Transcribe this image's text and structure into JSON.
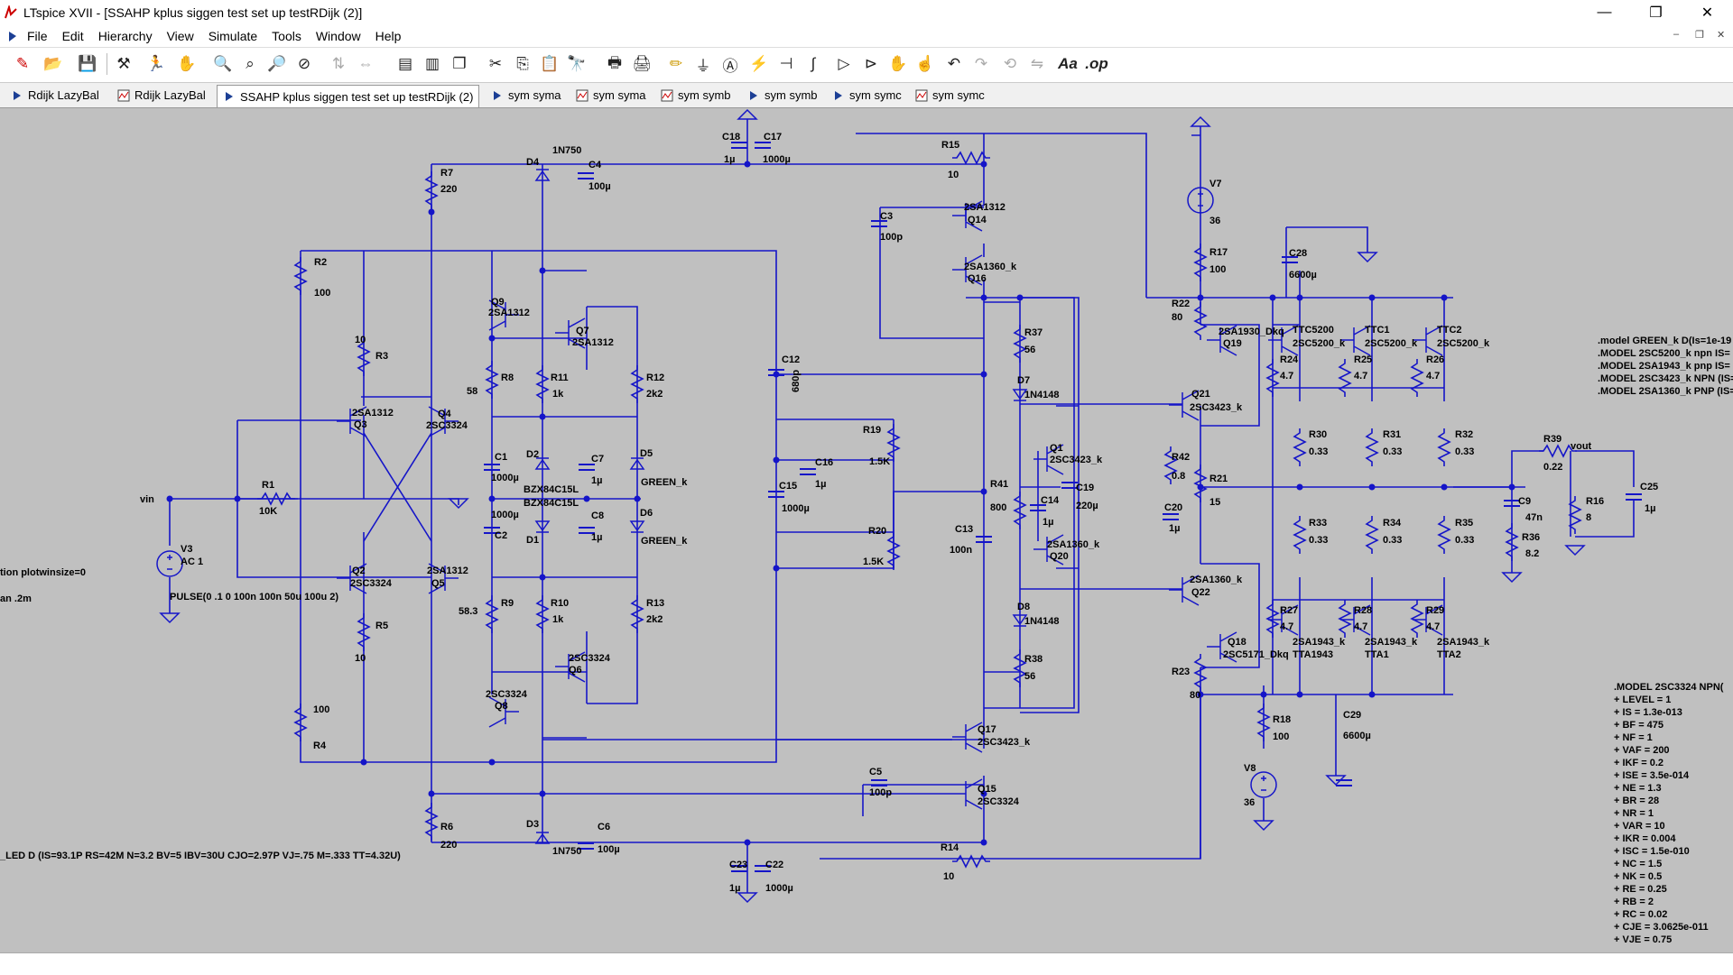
{
  "window": {
    "title": "LTspice XVII - [SSAHP kplus siggen test set up testRDijk (2)]",
    "controls": {
      "minimize": "—",
      "maximize": "❐",
      "close": "✕"
    }
  },
  "menu": {
    "items": [
      "File",
      "Edit",
      "Hierarchy",
      "View",
      "Simulate",
      "Tools",
      "Window",
      "Help"
    ],
    "mdi_controls": {
      "minimize": "–",
      "restore": "❐",
      "close": "✕"
    }
  },
  "tabs": [
    {
      "label": "Rdijk LazyBal",
      "icon": "schematic-icon",
      "active": false
    },
    {
      "label": "Rdijk LazyBal",
      "icon": "waveform-icon",
      "active": false
    },
    {
      "label": "SSAHP kplus siggen test set up testRDijk (2)",
      "icon": "schematic-icon",
      "active": true
    },
    {
      "label": "sym syma",
      "icon": "schematic-icon",
      "active": false
    },
    {
      "label": "sym syma",
      "icon": "waveform-icon",
      "active": false
    },
    {
      "label": "sym symb",
      "icon": "waveform-icon",
      "active": false
    },
    {
      "label": "sym symb",
      "icon": "schematic-icon",
      "active": false
    },
    {
      "label": "sym symc",
      "icon": "schematic-icon",
      "active": false
    },
    {
      "label": "sym symc",
      "icon": "waveform-icon",
      "active": false
    }
  ],
  "toolbar_icons": [
    "new-schematic-icon",
    "open-icon",
    "save-icon",
    "control-panel-icon",
    "run-icon",
    "pan-icon",
    "zoom-in-icon",
    "zoom-full-icon",
    "zoom-out-icon",
    "zoom-cancel-icon",
    "autorange-icon",
    "fit-icon",
    "tile-horizontal-icon",
    "tile-vertical-icon",
    "cascade-icon",
    "cut-icon",
    "copy-icon",
    "paste-icon",
    "find-icon",
    "print-icon",
    "print-setup-icon",
    "wire-icon",
    "ground-icon",
    "label-icon",
    "resistor-icon",
    "capacitor-icon",
    "inductor-icon",
    "diode-icon",
    "component-icon",
    "move-icon",
    "drag-icon",
    "undo-icon",
    "redo-icon",
    "rotate-icon",
    "mirror-icon",
    "text-icon",
    "spice-directive-icon"
  ],
  "schematic": {
    "wire_color": "#1515c8",
    "labels": {
      "C18": "C18",
      "C18v": "1µ",
      "C17": "C17",
      "C17v": "1000µ",
      "D4": "D4",
      "D4v": "1N750",
      "C4": "C4",
      "C4v": "100µ",
      "R7": "R7",
      "R7v": "220",
      "R15": "R15",
      "R15v": "10",
      "Q14": "Q14",
      "Q14m": "2SA1312",
      "C3": "C3",
      "C3v": "100p",
      "Q16": "Q16",
      "Q16m": "2SA1360_k",
      "V7": "V7",
      "V7v": "36",
      "R17": "R17",
      "R17v": "100",
      "C28": "C28",
      "C28v": "6600µ",
      "R2": "R2",
      "R2v": "100",
      "Q9": "Q9",
      "Q9m": "2SA1312",
      "Q7": "Q7",
      "Q7m": "2SA1312",
      "R3v": "10",
      "R3": "R3",
      "R8": "R8",
      "R8v": "58",
      "R11": "R11",
      "R11v": "1k",
      "R12": "R12",
      "R12v": "2k2",
      "C12": "C12",
      "C12v": "680p",
      "R37": "R37",
      "R37v": "56",
      "D7": "D7",
      "D7v": "1N4148",
      "R22": "R22",
      "R22v": "80",
      "Q19m": "2SA1930_Dkq",
      "Q19": "Q19",
      "TTC5200": "TTC5200",
      "Q2SC5200a": "2SC5200_k",
      "TTC1": "TTC1",
      "Q2SC5200b": "2SC5200_k",
      "TTC2": "TTC2",
      "Q2SC5200c": "2SC5200_k",
      "R24": "R24",
      "R24v": "4.7",
      "R25": "R25",
      "R25v": "4.7",
      "R26": "R26",
      "R26v": "4.7",
      "Q3m": "2SA1312",
      "Q3": "Q3",
      "Q4": "Q4",
      "Q4m": "2SC3324",
      "Q21": "Q21",
      "Q21m": "2SC3423_k",
      "R30": "R30",
      "R30v": "0.33",
      "R31": "R31",
      "R31v": "0.33",
      "R32": "R32",
      "R32v": "0.33",
      "R19": "R19",
      "R19v": "1.5K",
      "C16": "C16",
      "C16v": "1µ",
      "Q1": "Q1",
      "Q1m": "2SC3423_k",
      "R39": "R39",
      "R39v": "0.22",
      "vout": "vout",
      "C1": "C1",
      "C1v": "1000µ",
      "D2": "D2",
      "C7": "C7",
      "C7v": "1µ",
      "D5": "D5",
      "D5v": "GREEN_k",
      "R42": "R42",
      "R42v": "0.8",
      "R21": "R21",
      "R21v": "15",
      "vin": "vin",
      "R1": "R1",
      "R1v": "10K",
      "C15": "C15",
      "C15v": "1000µ",
      "R41": "R41",
      "R41v": "800",
      "C14": "C14",
      "C14v": "1µ",
      "C19": "C19",
      "C19v": "220µ",
      "C20": "C20",
      "C20v": "1µ",
      "C9": "C9",
      "C9v": "47n",
      "R16": "R16",
      "R16v": "8",
      "C25": "C25",
      "C25v": "1µ",
      "BZX1": "BZX84C15L",
      "BZX2": "BZX84C15L",
      "C2v": "1000µ",
      "C2": "C2",
      "D1": "D1",
      "C8": "C8",
      "C8v": "1µ",
      "D6": "D6",
      "D6v": "GREEN_k",
      "V3": "V3",
      "V3v": "AC 1",
      "R20": "R20",
      "R20v": "1.5K",
      "C13": "C13",
      "C13v": "100n",
      "Q20m": "2SA1360_k",
      "Q20": "Q20",
      "R33": "R33",
      "R33v": "0.33",
      "R34": "R34",
      "R34v": "0.33",
      "R35": "R35",
      "R35v": "0.33",
      "R36": "R36",
      "R36v": "8.2",
      "plotwin": "tion plotwinsize=0",
      "trancmd": "an .2m",
      "Q2": "Q2",
      "Q2m": "2SC3324",
      "Q5m": "2SA1312",
      "Q5": "Q5",
      "R9": "R9",
      "R9v": "58.3",
      "R10": "R10",
      "R10v": "1k",
      "R13": "R13",
      "R13v": "2k2",
      "Q22": "Q22",
      "Q22m": "2SA1360_k",
      "pulse": "PULSE(0 .1 0 100n 100n 50u 100u 2)",
      "R5": "R5",
      "R5v": "10",
      "D8": "D8",
      "D8v": "1N4148",
      "R27": "R27",
      "R27v": "4.7",
      "R28": "R28",
      "R28v": "4.7",
      "R29": "R29",
      "R29v": "4.7",
      "Q18": "Q18",
      "Q18m": "2SC5171_Dkq",
      "TTA1943m": "2SA1943_k",
      "TTA1943": "TTA1943",
      "TTA1m": "2SA1943_k",
      "TTA1": "TTA1",
      "TTA2m": "2SA1943_k",
      "TTA2": "TTA2",
      "Q6m": "2SC3324",
      "Q6": "Q6",
      "Q8m": "2SC3324",
      "Q8": "Q8",
      "R38": "R38",
      "R38v": "56",
      "R23": "R23",
      "R23v": "80",
      "R4v": "100",
      "R4": "R4",
      "R18": "R18",
      "R18v": "100",
      "C29": "C29",
      "C29v": "6600µ",
      "Q17": "Q17",
      "Q17m": "2SC3423_k",
      "C5": "C5",
      "C5v": "100p",
      "Q15": "Q15",
      "Q15m": "2SC3324",
      "V8": "V8",
      "V8v": "36",
      "R6": "R6",
      "R6v": "220",
      "D3": "D3",
      "D3v": "1N750",
      "C6": "C6",
      "C6v": "100µ",
      "R14": "R14",
      "R14v": "10",
      "C23": "C23",
      "C23v": "1µ",
      "C22": "C22",
      "C22v": "1000µ",
      "modelD": "_LED D (IS=93.1P RS=42M N=3.2 BV=5 IBV=30U CJO=2.97P VJ=.75 M=.333 TT=4.32U)"
    },
    "models_right": [
      ".model GREEN_k D(Is=1e-19",
      ".MODEL 2SC5200_k npn IS=",
      ".MODEL 2SA1943_k pnp IS=",
      ".MODEL 2SC3423_k NPN (IS=",
      ".MODEL 2SA1360_k PNP (IS="
    ],
    "model_2sc3324": [
      ".MODEL 2SC3324 NPN(",
      "+ LEVEL = 1",
      "+ IS = 1.3e-013",
      "+ BF = 475",
      "+ NF = 1",
      "+ VAF = 200",
      "+ IKF = 0.2",
      "+ ISE = 3.5e-014",
      "+ NE = 1.3",
      "+ BR = 28",
      "+ NR = 1",
      "+ VAR = 10",
      "+ IKR = 0.004",
      "+ ISC = 1.5e-010",
      "+ NC = 1.5",
      "+ NK = 0.5",
      "+ RE = 0.25",
      "+ RB = 2",
      "+ RC = 0.02",
      "+ CJE = 3.0625e-011",
      "+ VJE = 0.75"
    ]
  }
}
